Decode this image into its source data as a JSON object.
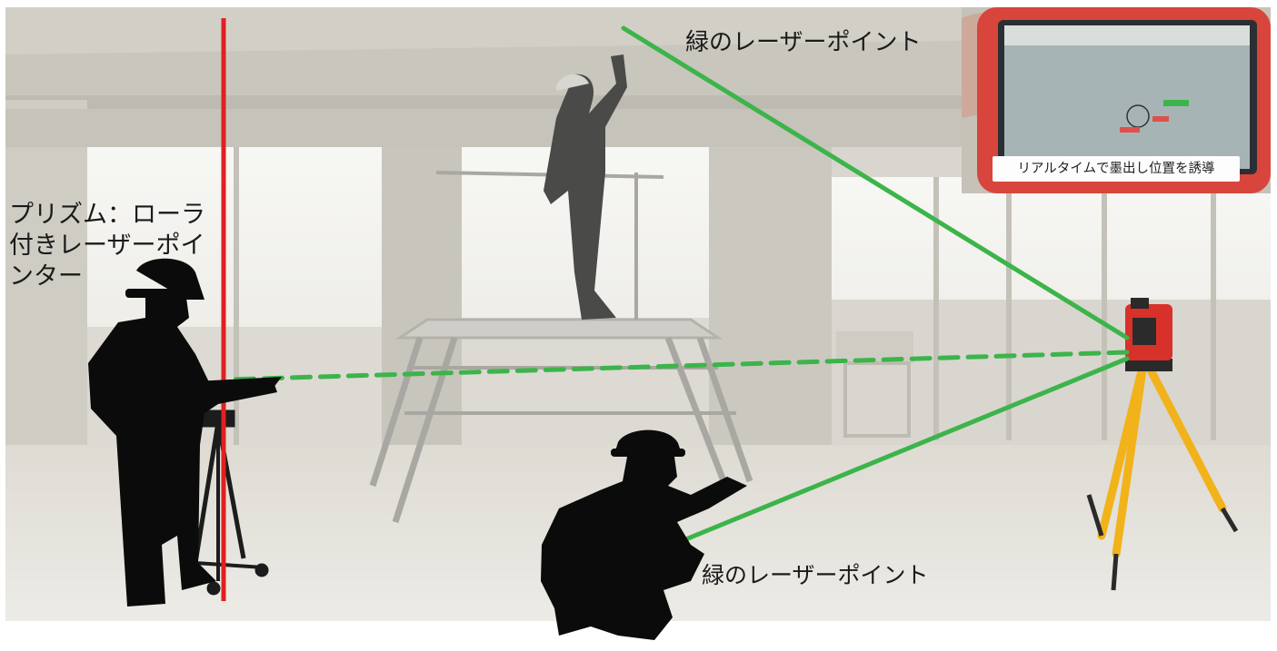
{
  "labels": {
    "prism_lines": [
      "プリズム：ローラ",
      "付きレーザーポイ",
      "ンター"
    ],
    "green_point_top": "緑のレーザーポイント",
    "green_point_bottom": "緑のレーザーポイント",
    "tablet_caption": "リアルタイムで墨出し位置を誘導"
  },
  "colors": {
    "laser_green": "#3cb44a",
    "prism_red": "#e02020",
    "silhouette": "#0b0b0b",
    "tripod_yellow": "#f2b21a",
    "instrument_red": "#d8312a",
    "tablet_red": "#d8453c"
  }
}
